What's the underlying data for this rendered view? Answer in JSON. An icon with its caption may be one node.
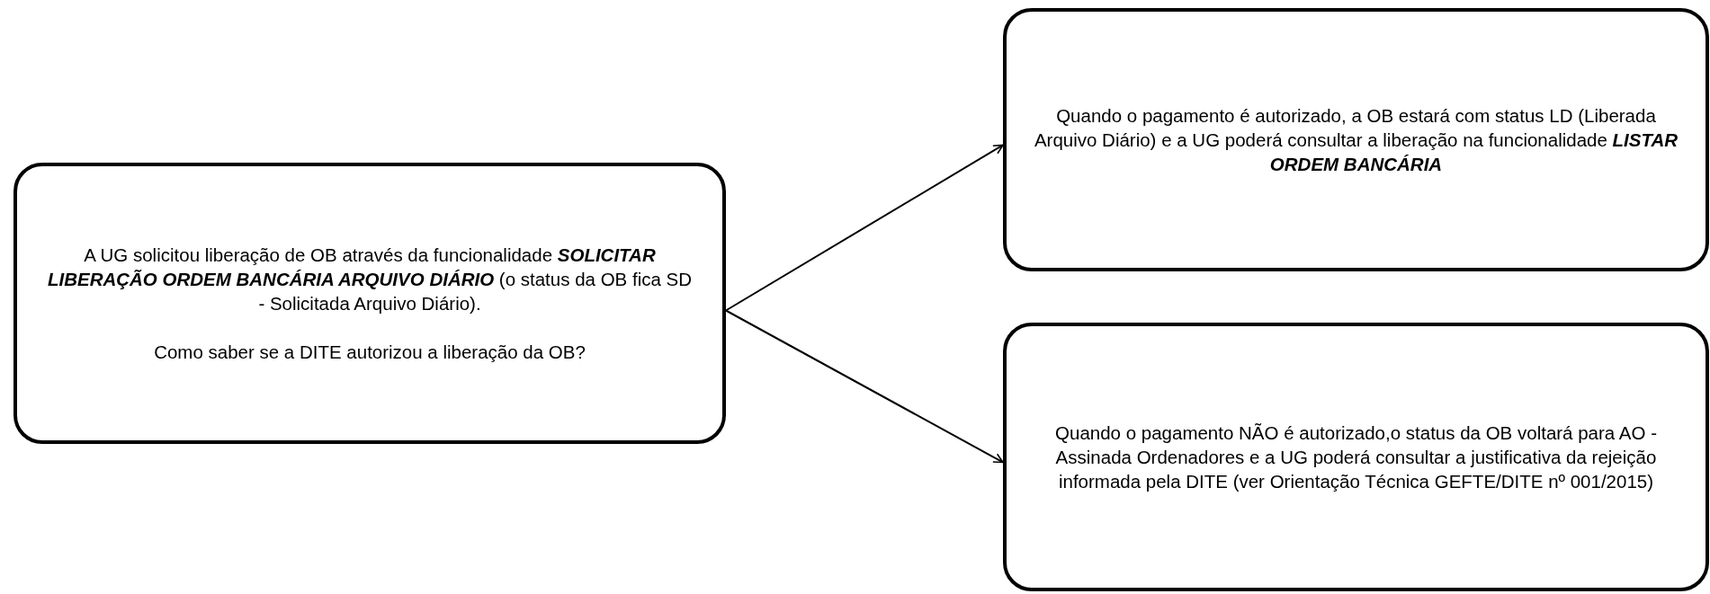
{
  "diagram": {
    "nodes": [
      {
        "text": [
          "A UG solicitou liberação de OB através da funcionalidade **SOLICITAR LIBERAÇÃO ORDEM BANCÁRIA ARQUIVO DIÁRIO** (o status da OB fica SD - Solicitada Arquivo Diário).",
          "Como saber se a DITE autorizou a liberação da OB?"
        ]
      },
      {
        "text": [
          "Quando o pagamento é autorizado, a OB estará com status LD (Liberada Arquivo Diário) e a UG poderá consultar a liberação na funcionalidade **LISTAR ORDEM BANCÁRIA**"
        ]
      },
      {
        "text": [
          "Quando o pagamento NÃO é  autorizado,o status da OB voltará para AO - Assinada Ordenadores e a UG poderá consultar a justificativa da rejeição informada pela DITE (ver Orientação Técnica GEFTE/DITE nº 001/2015)"
        ]
      }
    ],
    "edges": [
      {
        "from": 0,
        "to": 1,
        "arrow": "to"
      },
      {
        "from": 0,
        "to": 2,
        "arrow": "to"
      }
    ]
  }
}
